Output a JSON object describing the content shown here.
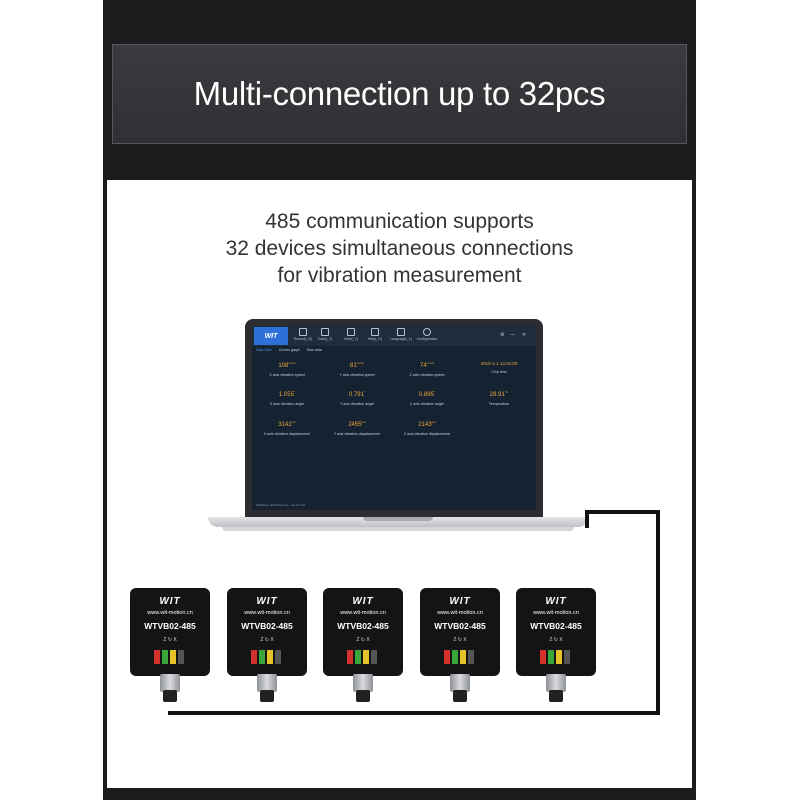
{
  "banner": {
    "title": "Multi-connection up to 32pcs"
  },
  "subtitle": {
    "lines": [
      "485 communication supports",
      "32 devices simultaneous connections",
      "for vibration measurement"
    ]
  },
  "app": {
    "logo": "WIT",
    "toolbar": [
      {
        "label": "Record(_R)",
        "icon": "record-icon"
      },
      {
        "label": "Tools(_T)",
        "icon": "tools-icon"
      },
      {
        "label": "View(_V)",
        "icon": "view-icon"
      },
      {
        "label": "Help(_H)",
        "icon": "help-icon"
      },
      {
        "label": "Language(_L)",
        "icon": "language-icon"
      },
      {
        "label": "Configuration",
        "icon": "gear-icon"
      }
    ],
    "window_controls": [
      "⚙",
      "—",
      "✕"
    ],
    "tabs": [
      "Data View",
      "Curves graph",
      "Raw data"
    ],
    "readings": [
      {
        "value": "108",
        "unit": "mm/s",
        "label": "X axis vibration speed"
      },
      {
        "value": "81",
        "unit": "mm/s",
        "label": "Y axis vibration speed"
      },
      {
        "value": "74",
        "unit": "mm/s",
        "label": "Z axis vibration speed"
      },
      {
        "value": "2015-1-1 14:01:00",
        "unit": "",
        "label": "Chip time"
      },
      {
        "value": "1.055",
        "unit": "°",
        "label": "X axis vibration angle"
      },
      {
        "value": "0.791",
        "unit": "°",
        "label": "Y axis vibration angle"
      },
      {
        "value": "0.895",
        "unit": "°",
        "label": "Z axis vibration angle"
      },
      {
        "value": "28.91",
        "unit": "°C",
        "label": "Temperature"
      },
      {
        "value": "3141",
        "unit": "μm",
        "label": "X axis vibration displacement"
      },
      {
        "value": "2455",
        "unit": "μm",
        "label": "Y axis vibration displacement"
      },
      {
        "value": "2143",
        "unit": "μm",
        "label": "Z axis vibration displacement"
      }
    ],
    "status": "WitMotion Shenzhen Co., Ltd  2.1.0.0"
  },
  "sensor": {
    "brand": "WIT",
    "url": "www.wit-motion.cn",
    "model": "WTVB02-485",
    "axes": "Z  ↻  X",
    "count_shown": 5
  },
  "colors": {
    "dark_panel": "#1b1c1e",
    "banner": "#35363a",
    "accent_value": "#f0a63a",
    "screen": "#152232",
    "pin_red": "#d3312b",
    "pin_green": "#3aa53a",
    "pin_yellow": "#e6c229"
  }
}
